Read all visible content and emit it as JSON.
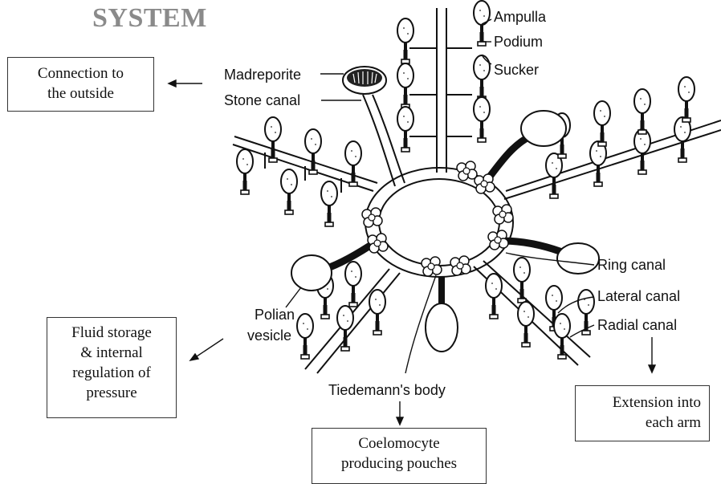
{
  "heading": "SYSTEM",
  "labels": {
    "ampulla": "Ampulla",
    "podium": "Podium",
    "sucker": "Sucker",
    "madreporite": "Madreporite",
    "stone_canal": "Stone canal",
    "ring_canal": "Ring canal",
    "lateral_canal": "Lateral canal",
    "radial_canal": "Radial canal",
    "polian_vesicle_line1": "Polian",
    "polian_vesicle_line2": "vesicle",
    "tiedemanns_body": "Tiedemann's body"
  },
  "notes": {
    "connection_line1": "Connection to",
    "connection_line2": "the outside",
    "fluid_line1": "Fluid storage",
    "fluid_line2": "& internal",
    "fluid_line3": "regulation of",
    "fluid_line4": "pressure",
    "coelomocyte_line1": "Coelomocyte",
    "coelomocyte_line2": "producing pouches",
    "extension_line1": "Extension into",
    "extension_line2": "each arm"
  }
}
